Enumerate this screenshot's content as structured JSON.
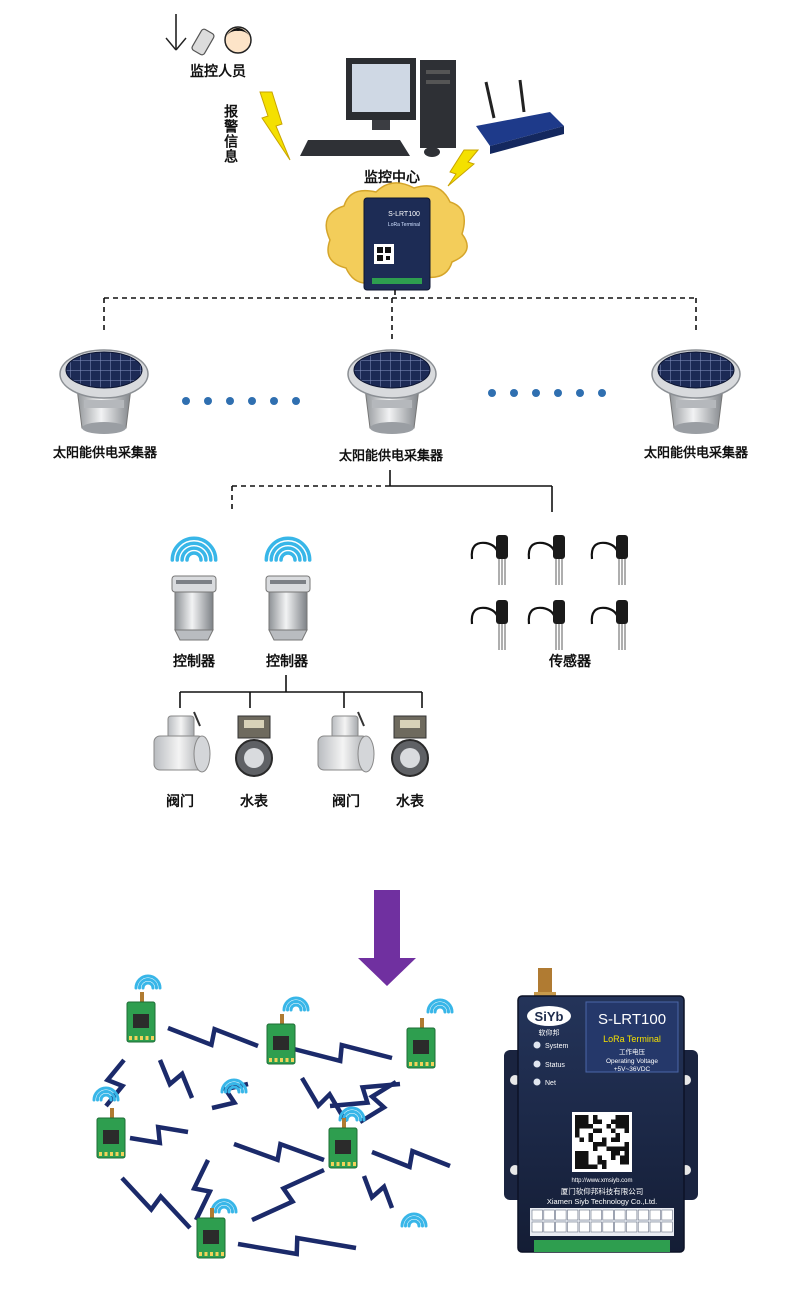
{
  "labels": {
    "monitor_person": "监控人员",
    "alarm_info": "报警信息",
    "monitor_center": "监控中心",
    "collector": "太阳能供电采集器",
    "controller": "控制器",
    "sensor": "传感器",
    "valve": "阀门",
    "water_meter": "水表"
  },
  "device": {
    "brand_logo": "SiYb",
    "brand_cn": "软仰邦",
    "model": "S-LRT100",
    "product_line": "LoRa Terminal",
    "voltage_cn": "工作电压",
    "voltage_en": "Operating Voltage",
    "voltage_value": "+5V~36VDC",
    "indicators": [
      "System",
      "Status",
      "Net"
    ],
    "url": "http://www.xmsiyb.com",
    "company_cn": "厦门软仰邦科技有限公司",
    "company_en": "Xiamen Siyb Technology Co.,Ltd."
  },
  "colors": {
    "arrow": "#7030a0",
    "wifi": "#38b6e8",
    "bolt": "#f4e000",
    "module": "#2e9e4f",
    "device_body": "#1c2a4a",
    "cloud": "#f3cd5a"
  }
}
